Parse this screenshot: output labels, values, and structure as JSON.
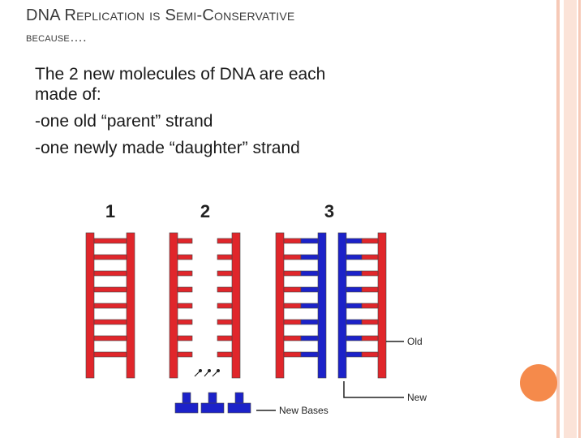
{
  "slide": {
    "title_line1": "DNA Replication is Semi-Conservative",
    "title_line2": "because….",
    "body": {
      "line1": "The 2 new molecules of DNA are each",
      "line2": "made of:",
      "line3": "-one old “parent” strand",
      "line4": "-one newly made “daughter” strand"
    }
  },
  "diagram": {
    "step_labels": [
      "1",
      "2",
      "3"
    ],
    "label_old": "Old",
    "label_new": "New",
    "label_new_bases": "New Bases",
    "colors": {
      "old_strand": "#e0262b",
      "new_strand": "#1c22c9",
      "rung_dark": "#c01818",
      "outline": "#444444"
    }
  },
  "decor": {
    "accent": "#f58a4b",
    "stripe": "#f6c9b7"
  }
}
